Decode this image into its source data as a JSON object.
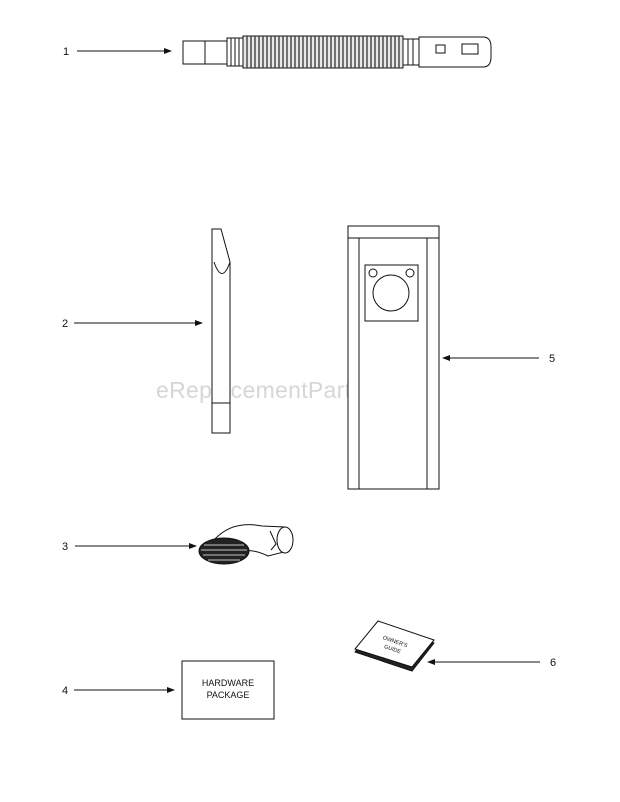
{
  "watermark": "eReplacementParts.com",
  "callouts": {
    "c1": "1",
    "c2": "2",
    "c3": "3",
    "c4": "4",
    "c5": "5",
    "c6": "6"
  },
  "hardware_package": {
    "line1": "HARDWARE",
    "line2": "PACKAGE"
  },
  "owners_guide": {
    "line1": "OWNER'S",
    "line2": "GUIDE"
  }
}
